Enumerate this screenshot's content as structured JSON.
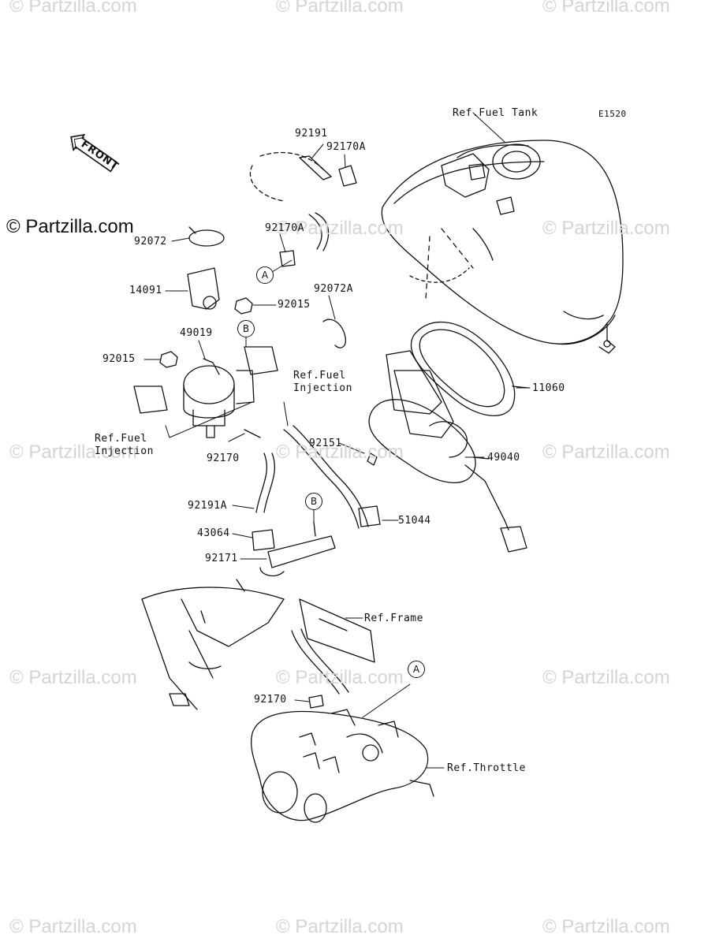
{
  "diagram_code": "E1520",
  "brand": "© Partzilla.com",
  "watermark": "© Partzilla.com",
  "front_arrow": "FRONT",
  "labels": {
    "ref_fuel_tank": "Ref.Fuel Tank",
    "p92191": "92191",
    "p92170A_top": "92170A",
    "p92072": "92072",
    "p92170A_mid": "92170A",
    "p14091": "14091",
    "p92015_right": "92015",
    "p92072A": "92072A",
    "p49019": "49019",
    "p92015_left": "92015",
    "ref_fuel_injection_right": "Ref.Fuel\nInjection",
    "ref_fuel_injection_left": "Ref.Fuel\nInjection",
    "p11060": "11060",
    "p92170": "92170",
    "p92151": "92151",
    "p49040": "49040",
    "p92191A": "92191A",
    "p51044": "51044",
    "p43064": "43064",
    "p92171": "92171",
    "ref_frame": "Ref.Frame",
    "p92170_bottom": "92170",
    "ref_throttle": "Ref.Throttle"
  },
  "callouts": {
    "a_mid": "A",
    "b_top": "B",
    "b_bracket": "B",
    "a_bottom": "A"
  }
}
